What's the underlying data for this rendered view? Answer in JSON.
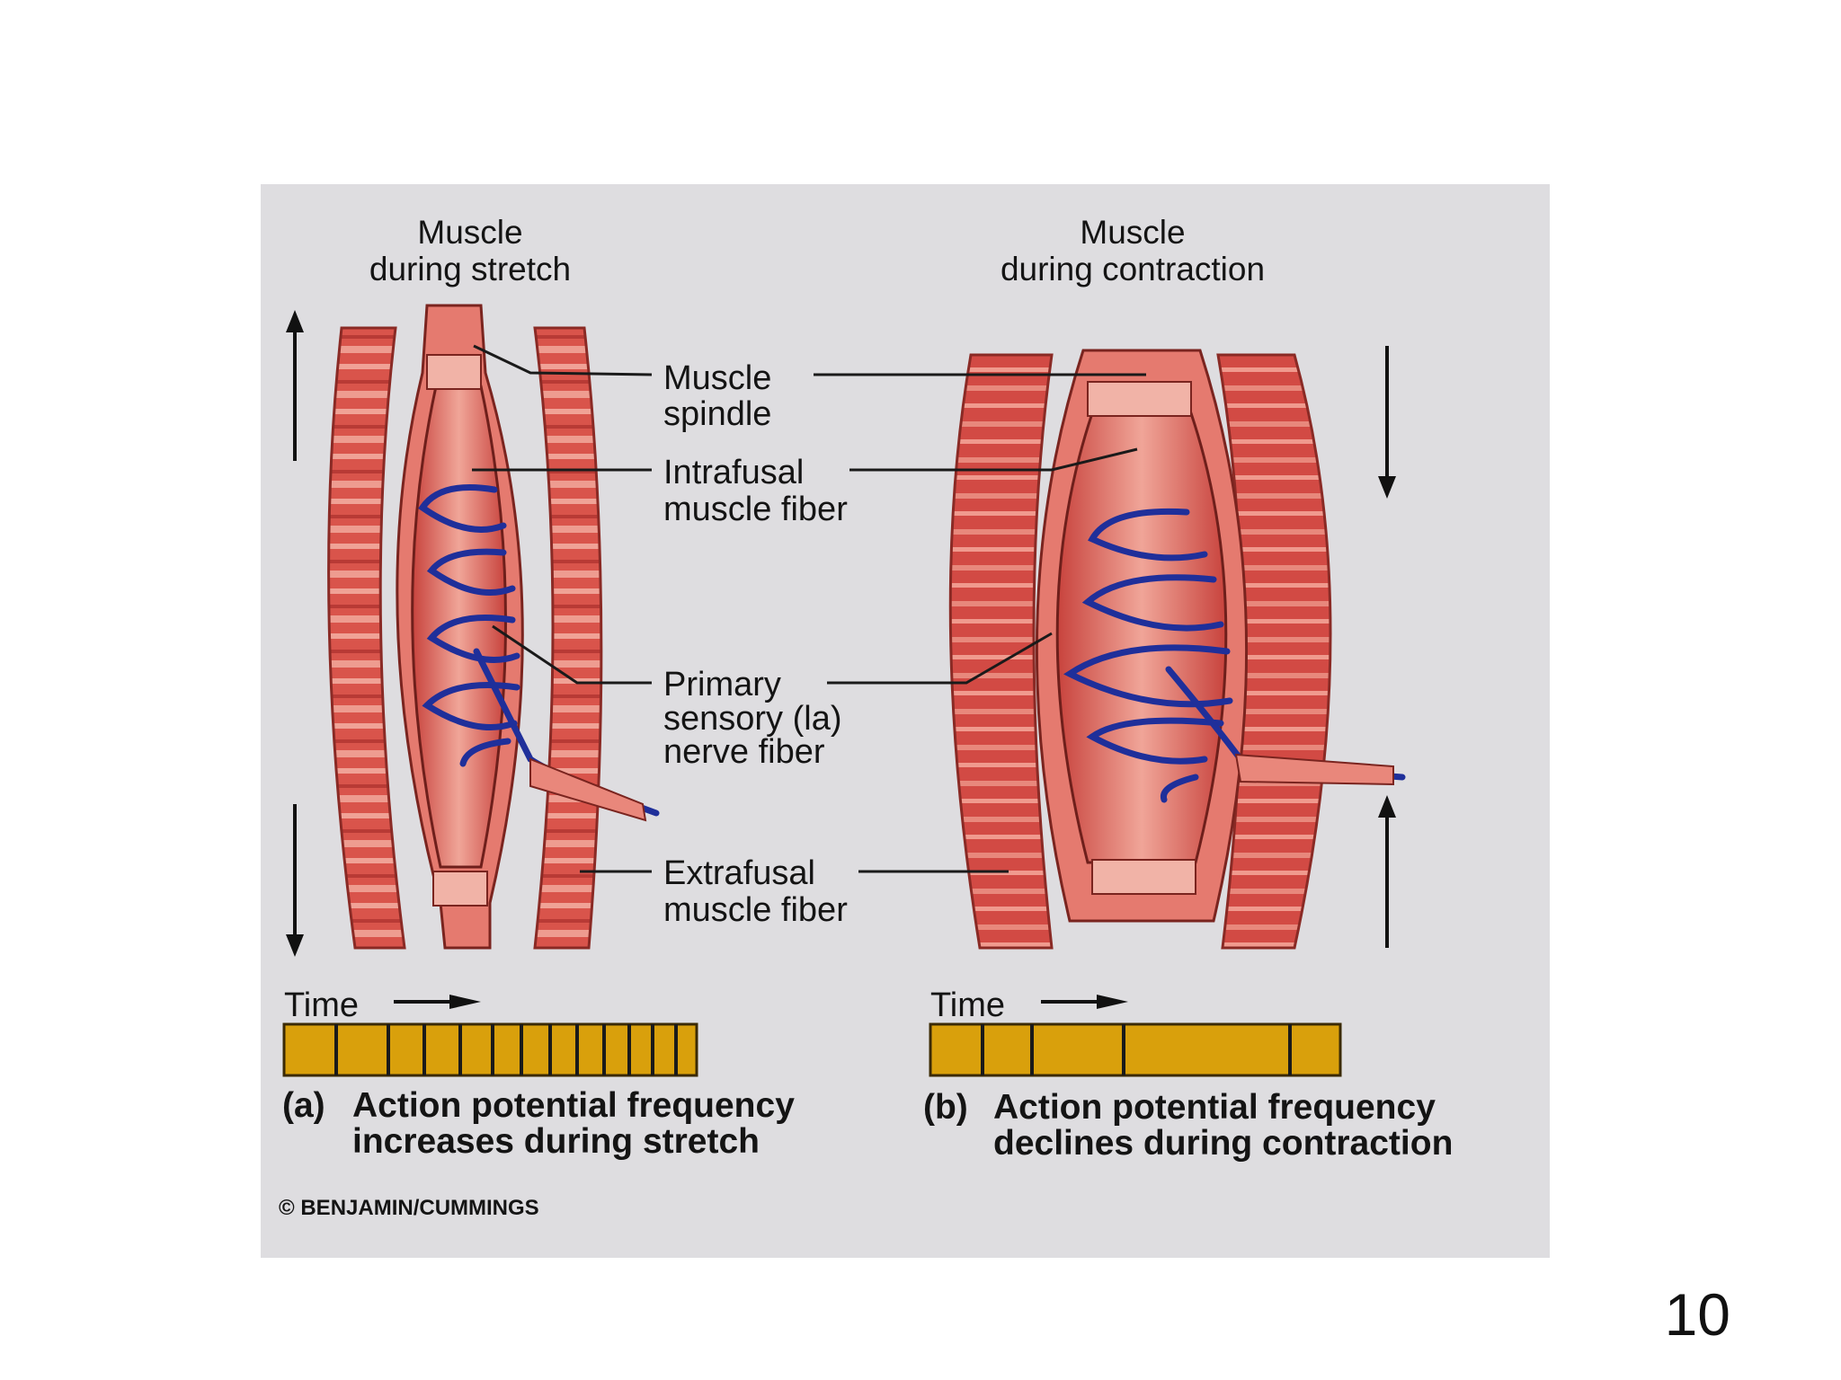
{
  "figure": {
    "panel_a": {
      "title_line1": "Muscle",
      "title_line2": "during stretch",
      "time_label": "Time",
      "caption_letter": "(a)",
      "caption_line1": "Action potential frequency",
      "caption_line2": "increases during stretch"
    },
    "panel_b": {
      "title_line1": "Muscle",
      "title_line2": "during contraction",
      "time_label": "Time",
      "caption_letter": "(b)",
      "caption_line1": "Action potential frequency",
      "caption_line2": "declines during contraction"
    },
    "labels": {
      "spindle_1": "Muscle",
      "spindle_2": "spindle",
      "intrafusal_1": "Intrafusal",
      "intrafusal_2": "muscle fiber",
      "primary_1": "Primary",
      "primary_2": "sensory (la)",
      "primary_3": "nerve fiber",
      "extrafusal_1": "Extrafusal",
      "extrafusal_2": "muscle fiber"
    },
    "copyright": "© BENJAMIN/CUMMINGS",
    "colors": {
      "background": "#dedde0",
      "muscle": "#d8514a",
      "muscle_light": "#ec8c80",
      "nerve": "#1f2f9a",
      "spike_bar": "#d9a00c"
    }
  },
  "slide_number": "10"
}
